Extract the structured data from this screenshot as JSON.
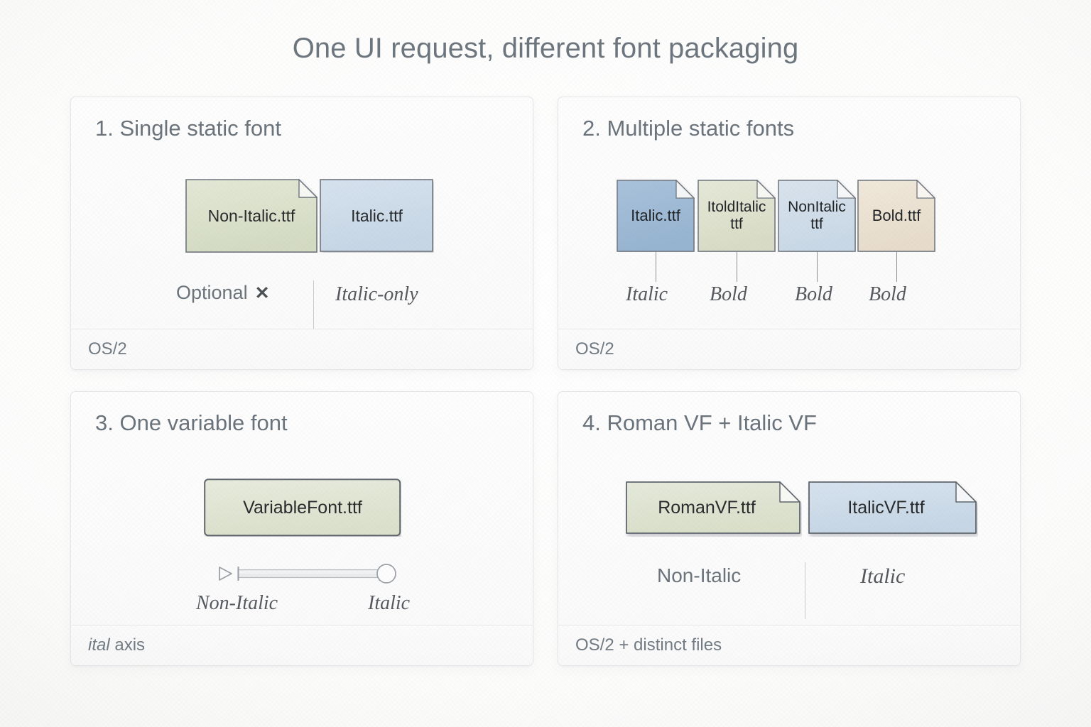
{
  "page": {
    "title": "One UI request, different font packaging",
    "background_color": "#fbfbfa",
    "title_color": "#6c757d"
  },
  "panels": [
    {
      "id": "single-static-font",
      "title": "1. Single static font",
      "footer": "OS/2",
      "footer_italic_prefix": "",
      "cards": [
        {
          "label": "Non-Italic.ttf",
          "color": "#d9dfc8",
          "folded": true
        },
        {
          "label": "Italic.ttf",
          "color": "#ccdbe8",
          "folded": false
        }
      ],
      "captions": [
        {
          "text": "Optional",
          "style": "sans",
          "suffix_icon": "x-mark"
        },
        {
          "text": "Italic-only",
          "style": "serif-italic"
        }
      ]
    },
    {
      "id": "multiple-static-fonts",
      "title": "2. Multiple static fonts",
      "footer": "OS/2",
      "cards": [
        {
          "label": "Italic.ttf",
          "label_line2": "",
          "color": "#9cb8d4",
          "folded": true
        },
        {
          "label": "ItoldItalic",
          "label_line2": "ttf",
          "color": "#dde1cd",
          "folded": true
        },
        {
          "label": "NonItalic",
          "label_line2": "ttf",
          "color": "#cfdce8",
          "folded": true
        },
        {
          "label": "Bold.ttf",
          "label_line2": "",
          "color": "#ece2d2",
          "folded": true
        }
      ],
      "captions": [
        {
          "text": "Italic",
          "style": "serif-italic"
        },
        {
          "text": "Bold",
          "style": "serif-italic"
        },
        {
          "text": "Bold",
          "style": "serif-italic"
        },
        {
          "text": "Bold",
          "style": "serif-italic"
        }
      ]
    },
    {
      "id": "one-variable-font",
      "title": "3. One variable font",
      "footer_italic_prefix": "ital",
      "footer": " axis",
      "cards": [
        {
          "label": "VariableFont.ttf",
          "color": "#dfe3d3",
          "folded": false
        }
      ],
      "slider": {
        "left_label": "Non-Italic",
        "right_label": "Italic",
        "value_position": "right",
        "handle_icon": "play-triangle-icon"
      }
    },
    {
      "id": "roman-vf-italic-vf",
      "title": "4. Roman VF + Italic VF",
      "footer": "OS/2 + distinct files",
      "cards": [
        {
          "label": "RomanVF.ttf",
          "color": "#dfe3d3",
          "folded": true
        },
        {
          "label": "ItalicVF.ttf",
          "color": "#ccdbe8",
          "folded": true
        }
      ],
      "captions": [
        {
          "text": "Non-Italic",
          "style": "sans"
        },
        {
          "text": "Italic",
          "style": "serif-italic"
        }
      ]
    }
  ]
}
